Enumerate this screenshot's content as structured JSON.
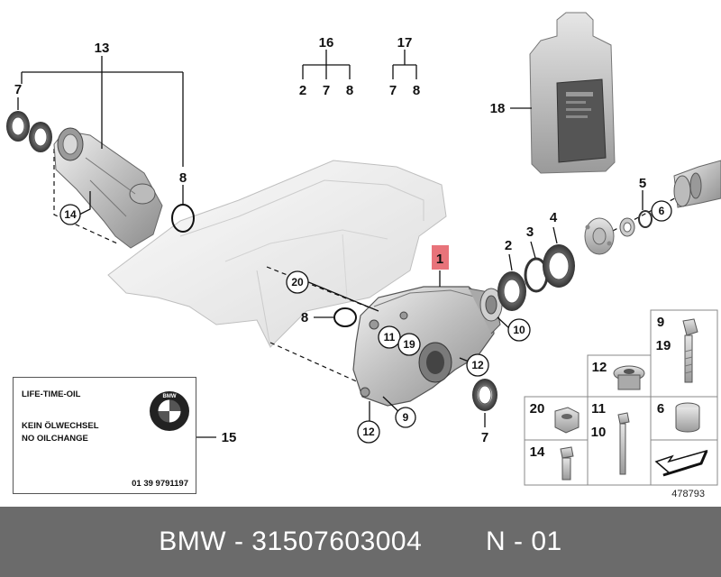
{
  "footer": {
    "part_text": "BMW - 31507603004",
    "ref_text": "N - 01"
  },
  "catalog_number": "478793",
  "oil_info": {
    "line1": "LIFE-TIME-OIL",
    "line2": "KEIN ÖLWECHSEL",
    "line3": "NO OILCHANGE",
    "part_no": "01 39 9791197"
  },
  "logo_letters": "BMW",
  "highlight_color": "#e8737a",
  "callouts": {
    "c1": "1",
    "c2": "2",
    "c3": "3",
    "c4": "4",
    "c5": "5",
    "c6": "6",
    "c7": "7",
    "c8": "8",
    "c9": "9",
    "c10": "10",
    "c11": "11",
    "c12": "12",
    "c13": "13",
    "c14": "14",
    "c15": "15",
    "c16": "16",
    "c17": "17",
    "c18": "18",
    "c19": "19",
    "c20": "20"
  }
}
